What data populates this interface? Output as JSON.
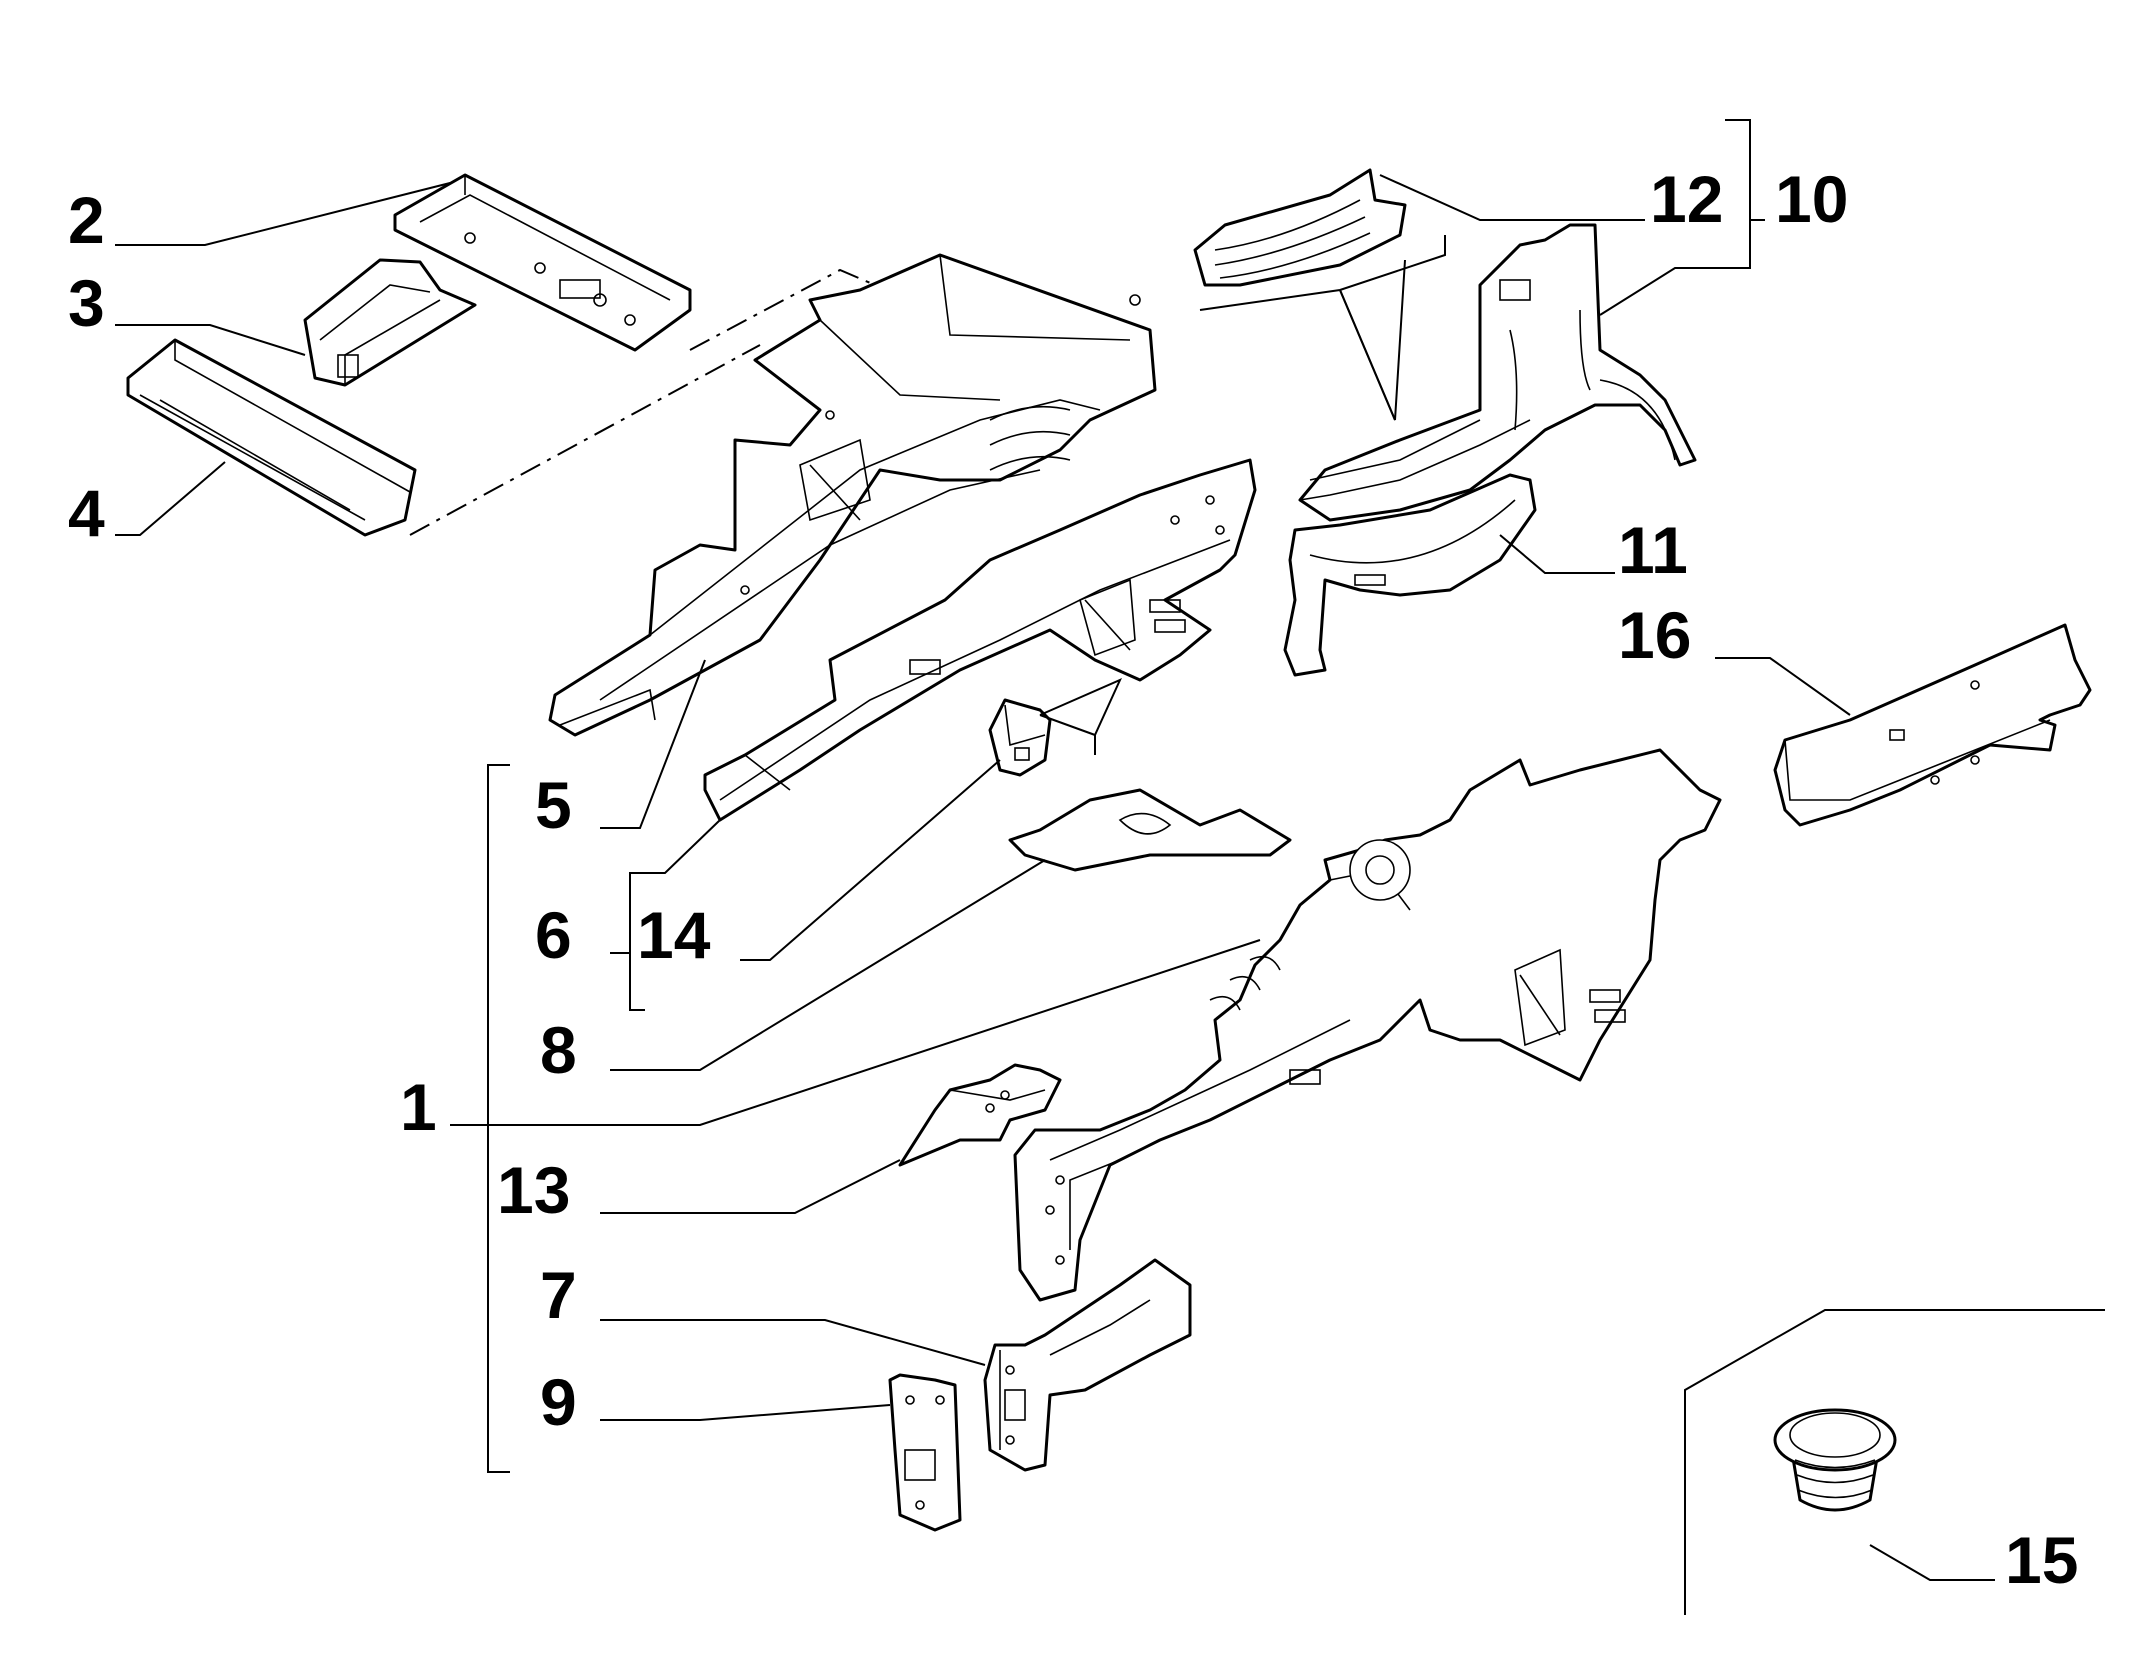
{
  "callouts": [
    {
      "id": "c1",
      "label": "1"
    },
    {
      "id": "c2",
      "label": "2"
    },
    {
      "id": "c3",
      "label": "3"
    },
    {
      "id": "c4",
      "label": "4"
    },
    {
      "id": "c5",
      "label": "5"
    },
    {
      "id": "c6",
      "label": "6"
    },
    {
      "id": "c7",
      "label": "7"
    },
    {
      "id": "c8",
      "label": "8"
    },
    {
      "id": "c9",
      "label": "9"
    },
    {
      "id": "c10",
      "label": "10"
    },
    {
      "id": "c11",
      "label": "11"
    },
    {
      "id": "c12",
      "label": "12"
    },
    {
      "id": "c13",
      "label": "13"
    },
    {
      "id": "c14",
      "label": "14"
    },
    {
      "id": "c15",
      "label": "15"
    },
    {
      "id": "c16",
      "label": "16"
    }
  ],
  "colors": {
    "line": "#000000",
    "background": "#ffffff"
  }
}
